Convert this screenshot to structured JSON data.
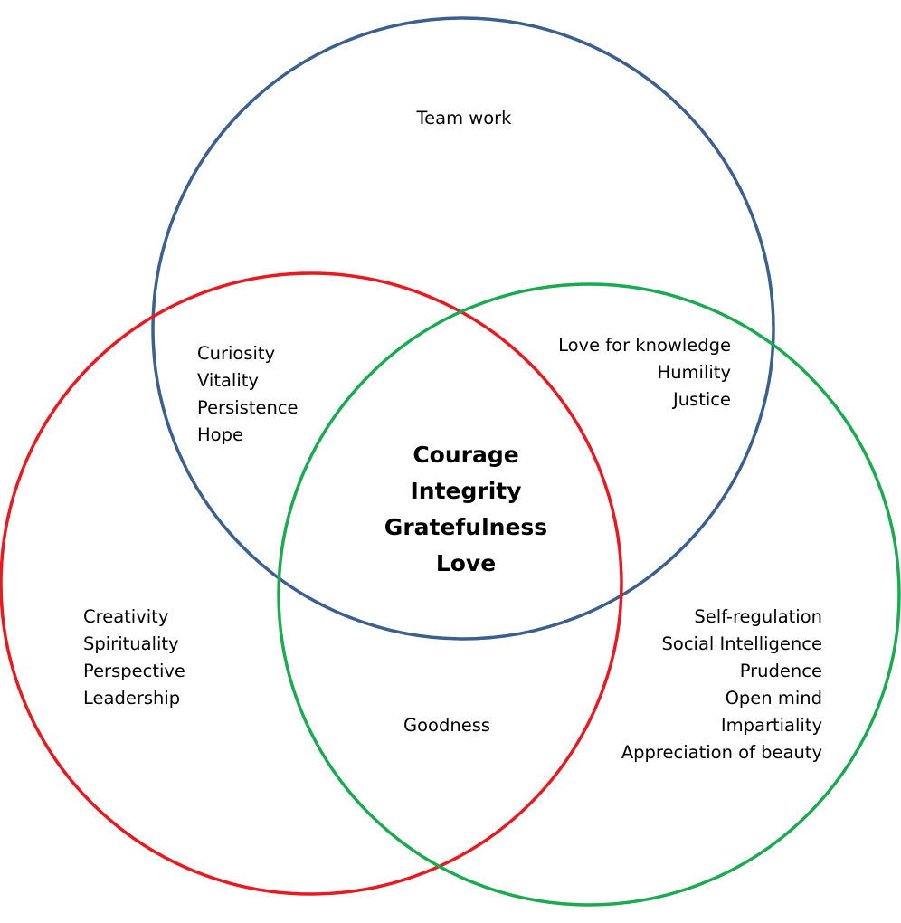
{
  "colors": {
    "circle_top": "#3B5F8F",
    "circle_left": "#E8191F",
    "circle_right": "#1AAA4F",
    "text": "#000000",
    "background": "#FFFFFF"
  },
  "regions": {
    "top_only": {
      "items": [
        "Team work"
      ]
    },
    "top_left": {
      "items": [
        "Curiosity",
        "Vitality",
        "Persistence",
        "Hope"
      ]
    },
    "top_right": {
      "items": [
        "Love for knowledge",
        "Humility",
        "Justice"
      ]
    },
    "center": {
      "items": [
        "Courage",
        "Integrity",
        "Gratefulness",
        "Love"
      ]
    },
    "left_only": {
      "items": [
        "Creativity",
        "Spirituality",
        "Perspective",
        "Leadership"
      ]
    },
    "right_only": {
      "items": [
        "Self-regulation",
        "Social Intelligence",
        "Prudence",
        "Open mind",
        "Impartiality",
        "Appreciation of beauty"
      ]
    },
    "left_right": {
      "items": [
        "Goodness"
      ]
    }
  }
}
